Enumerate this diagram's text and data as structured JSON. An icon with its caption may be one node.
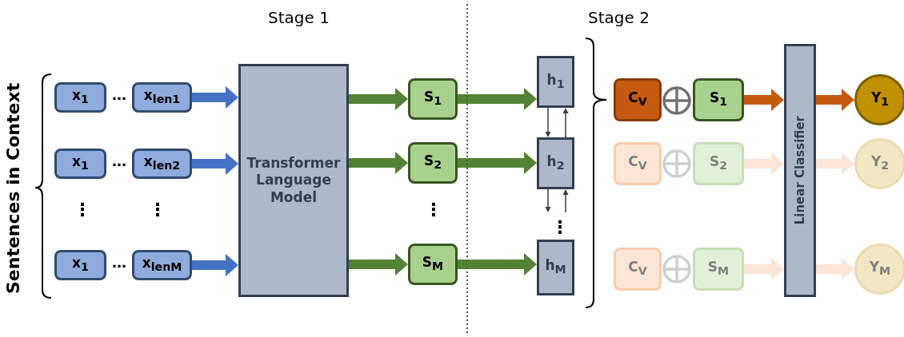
{
  "diagram": {
    "nodes": [
      {
        "text": [
          "x$_{1}$"
        ]
      },
      {
        "text": [
          "x$_{len1}$"
        ]
      },
      {
        "text": [
          "x$_{1}$"
        ]
      },
      {
        "text": [
          "x$_{len2}$"
        ]
      },
      {
        "text": [
          "x$_{1}$"
        ]
      },
      {
        "text": [
          "x$_{lenM}$"
        ]
      },
      {
        "text": [
          "Transformer Language Model"
        ]
      },
      {
        "text": [
          "S$_{1}$"
        ]
      },
      {
        "text": [
          "S$_{2}$"
        ]
      },
      {
        "text": [
          "S$_{M}$"
        ]
      },
      {
        "text": [
          "h$_{1}$"
        ]
      },
      {
        "text": [
          "h$_{2}$"
        ]
      },
      {
        "text": [
          "h$_{M}$"
        ]
      },
      {
        "text": [
          "C$_{V}$"
        ]
      },
      {
        "text": [
          "S$_{1}$"
        ]
      },
      {
        "text": [
          "C$_{V}$"
        ]
      },
      {
        "text": [
          "S$_{2}$"
        ]
      },
      {
        "text": [
          "C$_{V}$"
        ]
      },
      {
        "text": [
          "S$_{M}$"
        ]
      },
      {
        "text": [
          "Linear Classifier"
        ]
      },
      {
        "text": [
          "Y$_{1}$"
        ]
      },
      {
        "text": [
          "Y$_{2}$"
        ]
      },
      {
        "text": [
          "Y$_{M}$"
        ]
      }
    ],
    "edges": [
      {
        "from": 1,
        "to": 6,
        "arrow": "to",
        "color": "#4472c4"
      },
      {
        "from": 3,
        "to": 6,
        "arrow": "to",
        "color": "#4472c4"
      },
      {
        "from": 5,
        "to": 6,
        "arrow": "to",
        "color": "#4472c4"
      },
      {
        "from": 6,
        "to": 7,
        "arrow": "to"
      },
      {
        "from": 6,
        "to": 8,
        "arrow": "to"
      },
      {
        "from": 6,
        "to": 9,
        "arrow": "to"
      },
      {
        "from": 7,
        "to": 10,
        "arrow": "to"
      },
      {
        "from": 8,
        "to": 11,
        "arrow": "to"
      },
      {
        "from": 9,
        "to": 12,
        "arrow": "to"
      },
      {
        "from": 10,
        "to": 11,
        "arrow": "to",
        "color": "#333f50"
      },
      {
        "from": 11,
        "to": 10,
        "arrow": "to",
        "color": "#333f50"
      },
      {
        "from": 11,
        "to": null,
        "arrow": "to",
        "color": "#333f50"
      },
      {
        "from": null,
        "to": 11,
        "arrow": "to",
        "color": "#333f50"
      },
      {
        "from": 14,
        "to": 19,
        "arrow": "to",
        "color": "#c55a11"
      },
      {
        "from": 16,
        "to": 19,
        "arrow": "to",
        "color": "#fbe5d6"
      },
      {
        "from": 18,
        "to": 19,
        "arrow": "to",
        "color": "#fbe5d6"
      },
      {
        "from": 19,
        "to": 20,
        "arrow": "to",
        "color": "#c55a11"
      },
      {
        "from": 19,
        "to": 21,
        "arrow": "to",
        "color": "#fbe5d6"
      },
      {
        "from": 19,
        "to": 22,
        "arrow": "to",
        "color": "#fbe5d6"
      }
    ],
    "labels": [
      "Stage 1",
      "Stage 2",
      "Sentences in Context",
      "…",
      "…",
      "…",
      "⋮",
      "⋮",
      "⋮",
      "⋮"
    ]
  }
}
